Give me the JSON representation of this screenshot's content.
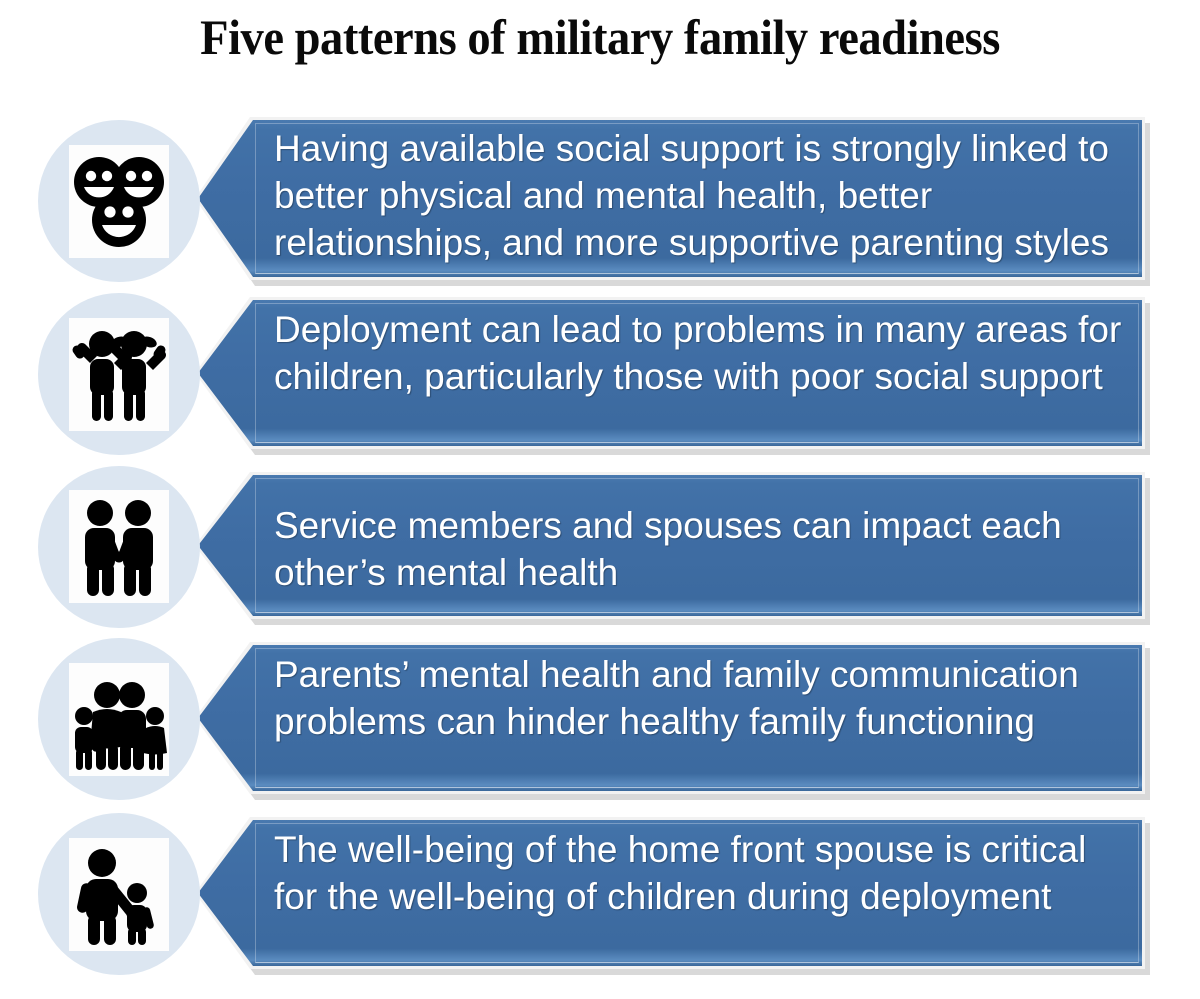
{
  "title": "Five patterns of military family readiness",
  "colors": {
    "banner_blue": "#3f6ea5",
    "circle_blue": "#dce6f1",
    "text_white": "#ffffff",
    "title_black": "#0a0a0a",
    "icon_black": "#000000",
    "icon_plate": "#fdfdfd"
  },
  "rows": [
    {
      "id": 1,
      "icon_name": "three-smiley-faces-icon",
      "icon_label": "Three smiling faces",
      "text": "Having available social support is strongly linked to better physical and mental health, better relationships, and more supportive parenting styles"
    },
    {
      "id": 2,
      "icon_name": "two-children-arms-raised-icon",
      "icon_label": "Two children with arms raised",
      "text": "Deployment can lead to problems in many areas for children, particularly those with poor social support"
    },
    {
      "id": 3,
      "icon_name": "couple-holding-hands-icon",
      "icon_label": "Two adults holding hands",
      "text": "Service members and spouses can impact each other’s mental health"
    },
    {
      "id": 4,
      "icon_name": "family-of-four-icon",
      "icon_label": "Family of four: two parents and two children",
      "text": "Parents’ mental health and family communication problems can hinder healthy family functioning"
    },
    {
      "id": 5,
      "icon_name": "parent-and-child-icon",
      "icon_label": "One adult holding hands with a child",
      "text": "The well-being of the home front spouse is critical for the well-being of children during deployment"
    }
  ]
}
